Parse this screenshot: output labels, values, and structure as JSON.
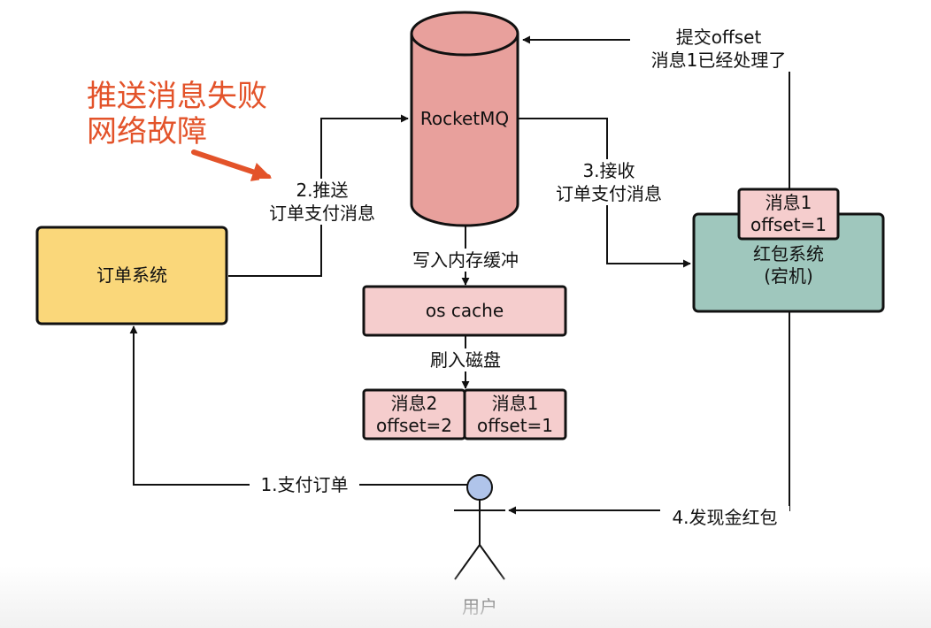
{
  "colors": {
    "rocketmq_fill": "#e8a09c",
    "order_fill": "#fad77a",
    "redpacket_fill": "#9fc7bd",
    "cache_fill": "#f5cdcd",
    "user_head": "#b0c4ea",
    "alert": "#e3532a",
    "stroke": "#111111"
  },
  "nodes": {
    "rocketmq": "RocketMQ",
    "order_system": "订单系统",
    "os_cache": "os cache",
    "red_packet": {
      "line1": "红包系统",
      "line2": "(宕机)"
    },
    "consumer_msg": {
      "line1": "消息1",
      "line2": "offset=1"
    },
    "disk_msg2": {
      "line1": "消息2",
      "line2": "offset=2"
    },
    "disk_msg1": {
      "line1": "消息1",
      "line2": "offset=1"
    },
    "user": "用户"
  },
  "edges": {
    "commit_offset": {
      "line1": "提交offset",
      "line2": "消息1已经处理了"
    },
    "push": {
      "line1": "2.推送",
      "line2": "订单支付消息"
    },
    "receive": {
      "line1": "3.接收",
      "line2": "订单支付消息"
    },
    "write_buffer": "写入内存缓冲",
    "flush_disk": "刷入磁盘",
    "pay_order": "1.支付订单",
    "send_redpacket": "4.发现金红包"
  },
  "annotation": {
    "line1": "推送消息失败",
    "line2": "网络故障"
  }
}
